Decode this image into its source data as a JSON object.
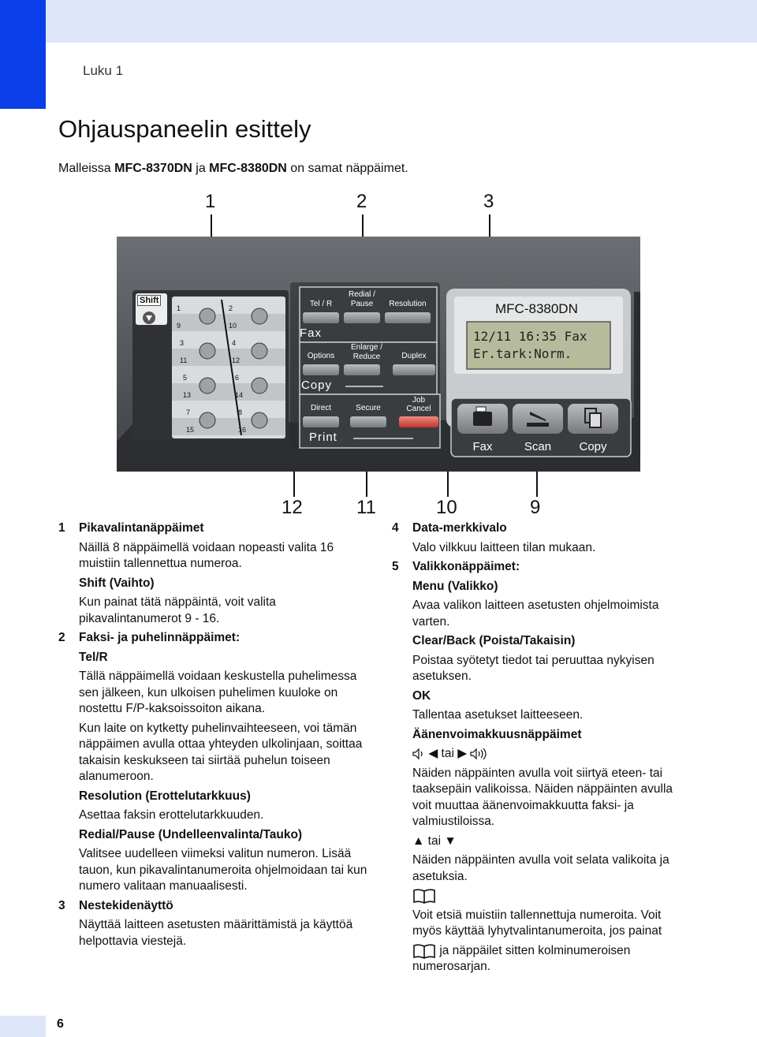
{
  "header": {
    "chapter": "Luku 1"
  },
  "title": "Ohjauspaneelin esittely",
  "intro": {
    "pre": "Malleissa ",
    "model1": "MFC-8370DN",
    "mid": " ja ",
    "model2": "MFC-8380DN",
    "post": " on samat näppäimet."
  },
  "callouts_top": [
    "1",
    "2",
    "3"
  ],
  "callouts_bottom": [
    "12",
    "11",
    "10",
    "9"
  ],
  "panel": {
    "shift_label": "Shift",
    "speed_dial_numbers": [
      "1",
      "2",
      "9",
      "10",
      "3",
      "4",
      "11",
      "12",
      "5",
      "6",
      "13",
      "14",
      "7",
      "8",
      "15",
      "16"
    ],
    "fax_buttons": [
      "Tel / R",
      "Redial / Pause",
      "Resolution"
    ],
    "fax_group": "Fax",
    "copy_buttons": [
      "Options",
      "Enlarge / Reduce",
      "Duplex"
    ],
    "copy_group": "Copy",
    "print_buttons": [
      "Direct",
      "Secure",
      "Job Cancel"
    ],
    "print_group": "Print",
    "model_name": "MFC-8380DN",
    "lcd_line1": "12/11 16:35 Fax",
    "lcd_line2": "Er.tark:Norm.",
    "mode_labels": [
      "Fax",
      "Scan",
      "Copy"
    ]
  },
  "left_column": {
    "item1": {
      "num": "1",
      "head": "Pikavalintanäppäimet",
      "text1": "Näillä 8 näppäimellä voidaan nopeasti valita 16 muistiin tallennettua numeroa.",
      "sub1": "Shift (Vaihto)",
      "text2": "Kun painat tätä näppäintä, voit valita pikavalintanumerot 9 - 16."
    },
    "item2": {
      "num": "2",
      "head": "Faksi- ja puhelinnäppäimet:",
      "sub1": "Tel/R",
      "text1": "Tällä näppäimellä voidaan keskustella puhelimessa sen jälkeen, kun ulkoisen puhelimen kuuloke on nostettu F/P-kaksoissoiton aikana.",
      "text2": "Kun laite on kytketty puhelinvaihteeseen, voi tämän näppäimen avulla ottaa yhteyden ulkolinjaan, soittaa takaisin keskukseen tai siirtää puhelun toiseen alanumeroon.",
      "sub2": "Resolution (Erottelutarkkuus)",
      "text3": "Asettaa faksin erottelutarkkuuden.",
      "sub3": "Redial/Pause (Undelleenvalinta/Tauko)",
      "text4": "Valitsee uudelleen viimeksi valitun numeron. Lisää tauon, kun pikavalintanumeroita ohjelmoidaan tai kun numero valitaan manuaalisesti."
    },
    "item3": {
      "num": "3",
      "head": "Nestekidenäyttö",
      "text1": "Näyttää laitteen asetusten määrittämistä ja käyttöä helpottavia viestejä."
    }
  },
  "right_column": {
    "item4": {
      "num": "4",
      "head": "Data-merkkivalo",
      "text1": "Valo vilkkuu laitteen tilan mukaan."
    },
    "item5": {
      "num": "5",
      "head": "Valikkonäppäimet:",
      "sub1": "Menu (Valikko)",
      "text1": "Avaa valikon laitteen asetusten ohjelmoimista varten.",
      "sub2": "Clear/Back (Poista/Takaisin)",
      "text2": "Poistaa syötetyt tiedot tai peruuttaa nykyisen asetuksen.",
      "sub3": "OK",
      "text3": "Tallentaa asetukset laitteeseen.",
      "sub4": "Äänenvoimakkuusnäppäimet",
      "vol_sep": "tai",
      "text4": "Näiden näppäinten avulla voit siirtyä eteen- tai taaksepäin valikoissa. Näiden näppäinten avulla voit muuttaa äänenvoimakkuutta faksi- ja valmiustiloissa.",
      "updown_sep": "tai",
      "text5": "Näiden näppäinten avulla voit selata valikoita ja asetuksia.",
      "text6": "Voit etsiä muistiin tallennettuja numeroita. Voit myös käyttää lyhytvalintanumeroita, jos painat",
      "text7": "ja näppäilet sitten kolminumeroisen numerosarjan."
    }
  },
  "footer": {
    "page": "6"
  }
}
